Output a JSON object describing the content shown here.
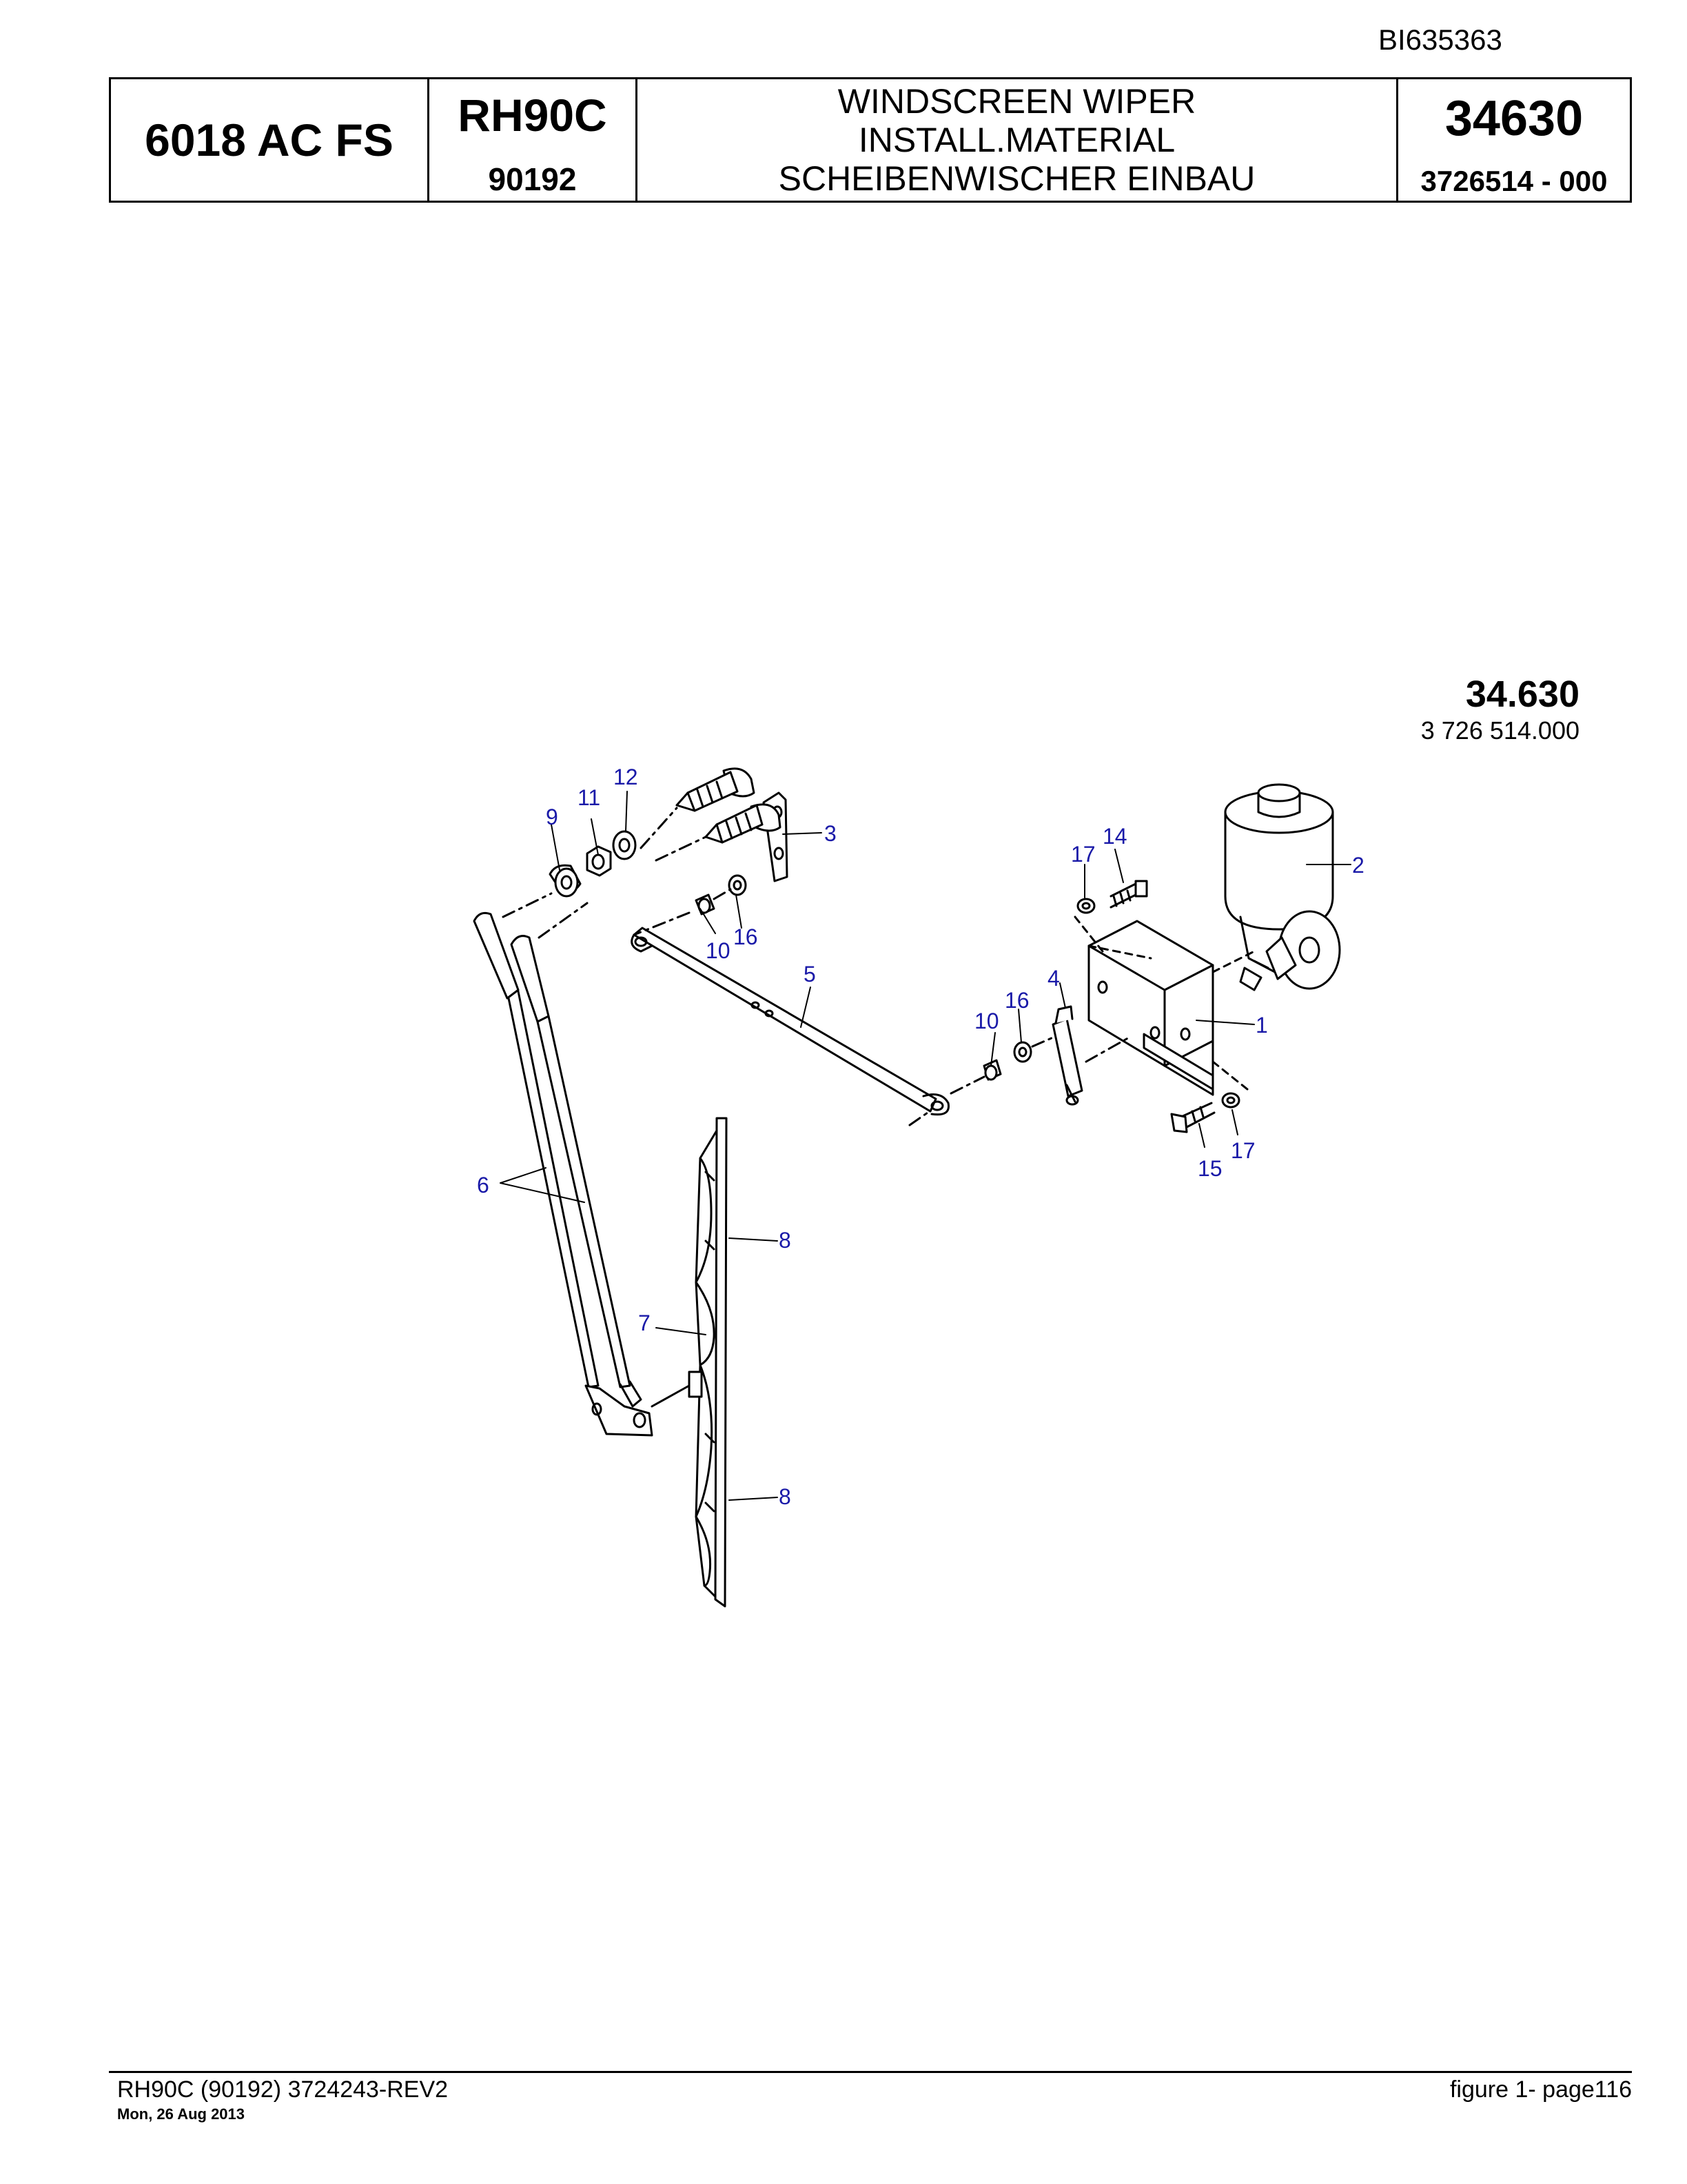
{
  "header": {
    "doc_id": "BI635363",
    "machine": "6018 AC FS",
    "model": "RH90C",
    "model_code": "90192",
    "title_lines": [
      "WINDSCREEN WIPER",
      "INSTALL.MATERIAL",
      "SCHEIBENWISCHER EINBAU"
    ],
    "group_number": "34630",
    "part_number": "3726514  - 000"
  },
  "figure": {
    "group": "34.630",
    "drawing_number": "3 726 514.000"
  },
  "callouts": {
    "c1": "1",
    "c2": "2",
    "c3": "3",
    "c4": "4",
    "c5": "5",
    "c6": "6",
    "c7": "7",
    "c8a": "8",
    "c8b": "8",
    "c9": "9",
    "c10a": "10",
    "c10b": "10",
    "c11": "11",
    "c12": "12",
    "c14": "14",
    "c15": "15",
    "c16a": "16",
    "c16b": "16",
    "c17a": "17",
    "c17b": "17"
  },
  "footer": {
    "left": "RH90C (90192) 3724243-REV2",
    "date": "Mon, 26 Aug 2013",
    "right": "figure  1- page116"
  }
}
